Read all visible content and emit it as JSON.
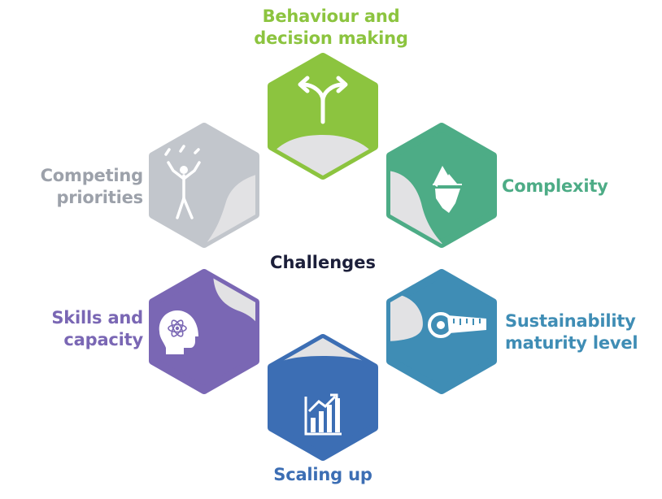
{
  "center_title": "Challenges",
  "colors": {
    "behaviour": "#8cc43f",
    "complexity": "#4dac86",
    "maturity": "#3f8db5",
    "scaling": "#3c6eb4",
    "skills": "#7a67b4",
    "competing": "#c2c6cc",
    "overlay": "#e2e2e4",
    "title": "#1c1f3a"
  },
  "challenges": [
    {
      "key": "behaviour",
      "lines": [
        "Behaviour and",
        "decision making"
      ],
      "icon": "fork-arrows-icon",
      "color": "#8cc43f"
    },
    {
      "key": "complexity",
      "lines": [
        "Complexity"
      ],
      "icon": "iceberg-icon",
      "color": "#4dac86"
    },
    {
      "key": "maturity",
      "lines": [
        "Sustainability",
        "maturity level"
      ],
      "icon": "measuring-tape-icon",
      "color": "#3f8db5"
    },
    {
      "key": "scaling",
      "lines": [
        "Scaling up"
      ],
      "icon": "bar-chart-growth-icon",
      "color": "#3c6eb4"
    },
    {
      "key": "skills",
      "lines": [
        "Skills and",
        "capacity"
      ],
      "icon": "head-atom-icon",
      "color": "#7a67b4"
    },
    {
      "key": "competing",
      "lines": [
        "Competing",
        "priorities"
      ],
      "icon": "juggler-icon",
      "color": "#9ca1aa"
    }
  ]
}
